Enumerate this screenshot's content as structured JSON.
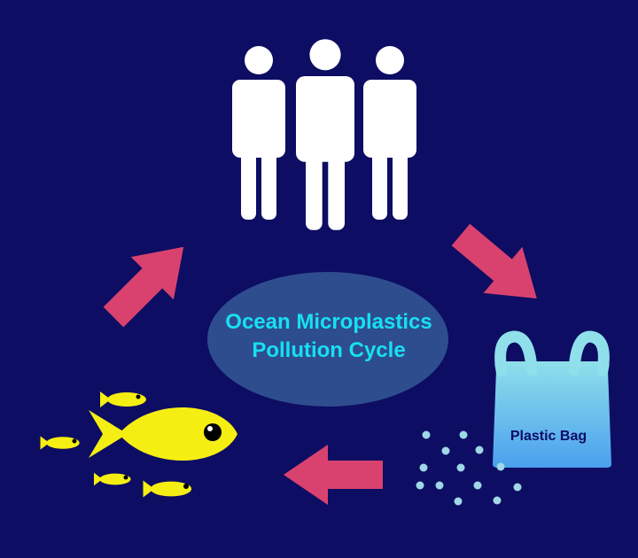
{
  "diagram": {
    "title_line1": "Ocean Microplastics",
    "title_line2": "Pollution Cycle",
    "bag_label": "Plastic Bag"
  },
  "colors": {
    "background": "#0d0d63",
    "ellipse": "#2e4d8e",
    "title_text": "#17e0f2",
    "arrow": "#d9426e",
    "fish": "#f5ee12",
    "people": "#ffffff",
    "bag_top": "#8fe0ea",
    "bag_bottom": "#4aa0ee",
    "microplastic_dot": "#9fd7e6"
  },
  "icons": [
    "people-icon",
    "plastic-bag-icon",
    "microplastic-particles-icon",
    "fish-school-icon",
    "cycle-arrow-icon"
  ]
}
